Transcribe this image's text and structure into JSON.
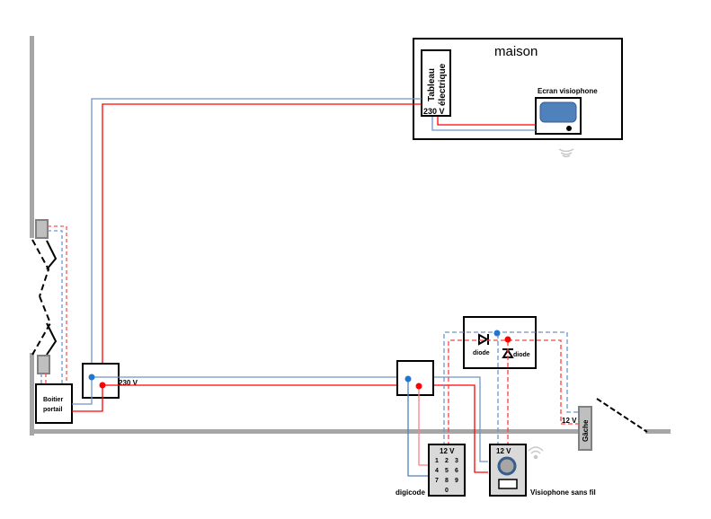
{
  "diagram": {
    "house": {
      "label": "maison"
    },
    "panel": {
      "label_line1": "Tableau",
      "label_line2": "électrique",
      "voltage": "230 V"
    },
    "screen": {
      "label": "Ecran visiophone"
    },
    "gate_box": {
      "label_line1": "Boitier",
      "label_line2": "portail"
    },
    "junction_voltage": "230 V",
    "diode_box": {
      "diode1_label": "diode",
      "diode2_label": "diode"
    },
    "strike": {
      "label": "Gâche",
      "voltage": "12 V"
    },
    "keypad": {
      "label": "digicode",
      "voltage": "12 V",
      "keys": [
        "1",
        "2",
        "3",
        "4",
        "5",
        "6",
        "7",
        "8",
        "9",
        "0"
      ]
    },
    "intercom": {
      "label": "Visiophone sans fil",
      "voltage": "12 V"
    },
    "colors": {
      "wire_blue": "#4f81bd",
      "wire_red": "#ff0000",
      "wire_blue_light": "#a9c4e4",
      "wire_red_light": "#ff8080",
      "wall": "#a6a6a6",
      "screen_fill": "#4f81bd"
    }
  }
}
